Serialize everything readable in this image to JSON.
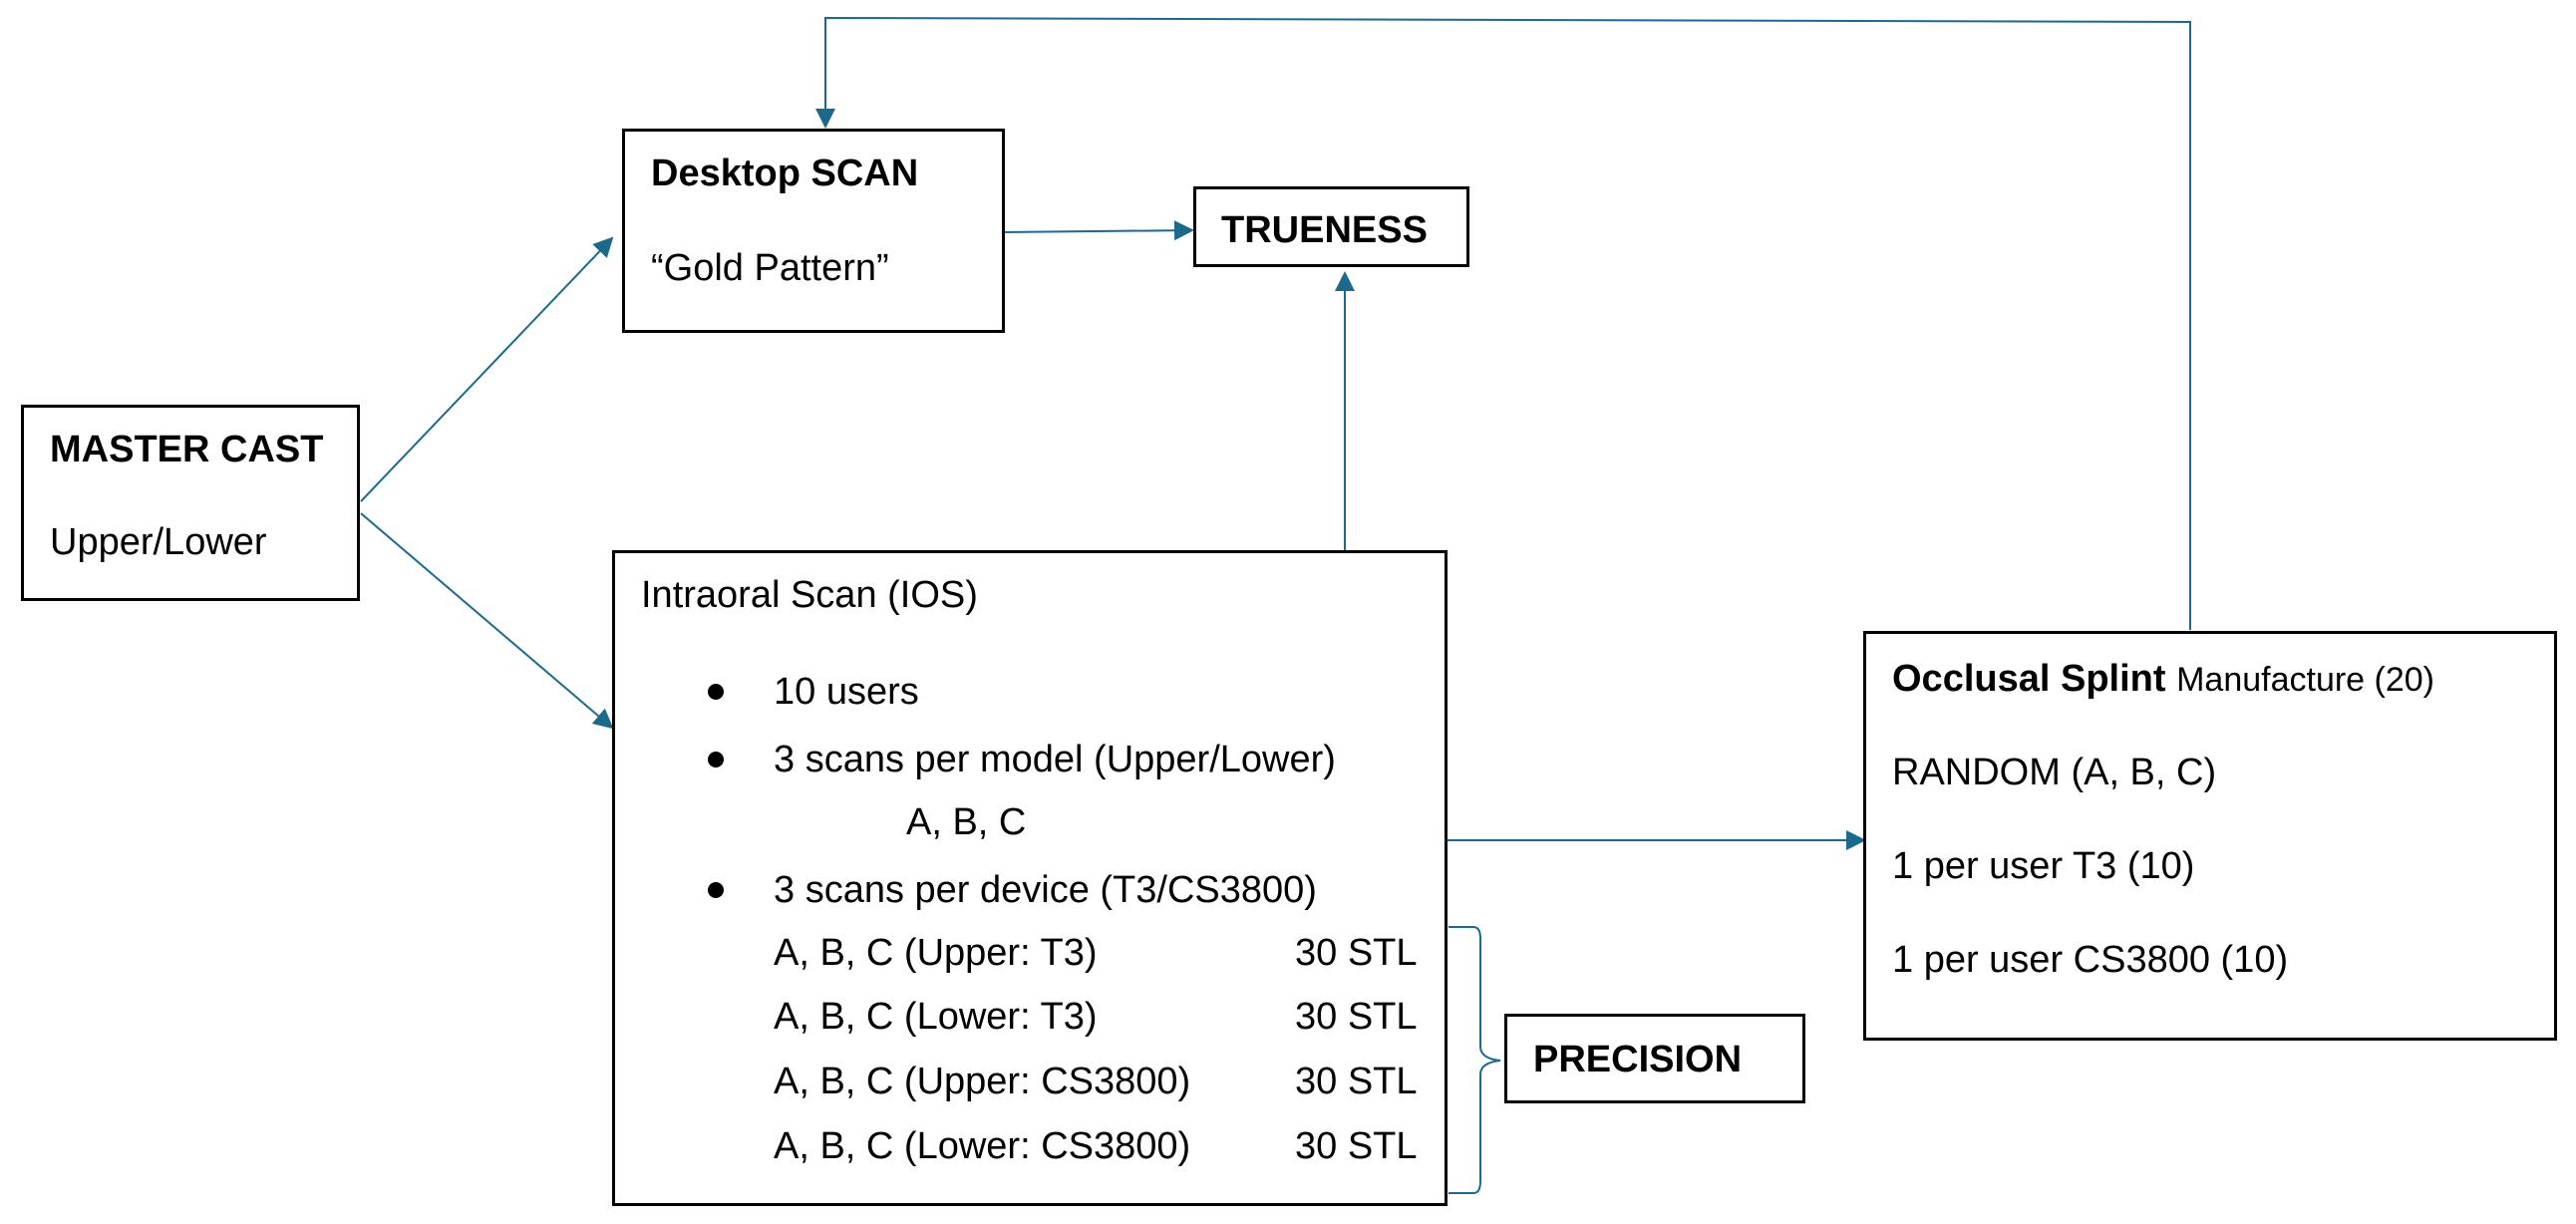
{
  "colors": {
    "connector": "#1b6a8c",
    "border": "#000000"
  },
  "master_cast": {
    "title": "MASTER CAST",
    "subtitle": "Upper/Lower"
  },
  "desktop_scan": {
    "title": "Desktop SCAN",
    "subtitle": "“Gold Pattern”"
  },
  "trueness": {
    "label": "TRUENESS"
  },
  "precision": {
    "label": "PRECISION"
  },
  "ios": {
    "title": "Intraoral Scan (IOS)",
    "bullets": [
      "10 users",
      "3 scans per model (Upper/Lower)",
      "3 scans per device (T3/CS3800)"
    ],
    "model_sub": "A, B, C",
    "rows": [
      {
        "label": "A, B, C (Upper: T3)",
        "count": "30 STL"
      },
      {
        "label": "A, B, C (Lower: T3)",
        "count": "30 STL"
      },
      {
        "label": "A, B, C (Upper: CS3800)",
        "count": "30 STL"
      },
      {
        "label": "A, B, C (Lower: CS3800)",
        "count": "30 STL"
      }
    ]
  },
  "splint": {
    "title_bold": "Occlusal Splint",
    "title_rest": "Manufacture (20)",
    "lines": [
      "RANDOM (A, B, C)",
      "1 per user T3 (10)",
      "1 per user CS3800 (10)"
    ]
  }
}
